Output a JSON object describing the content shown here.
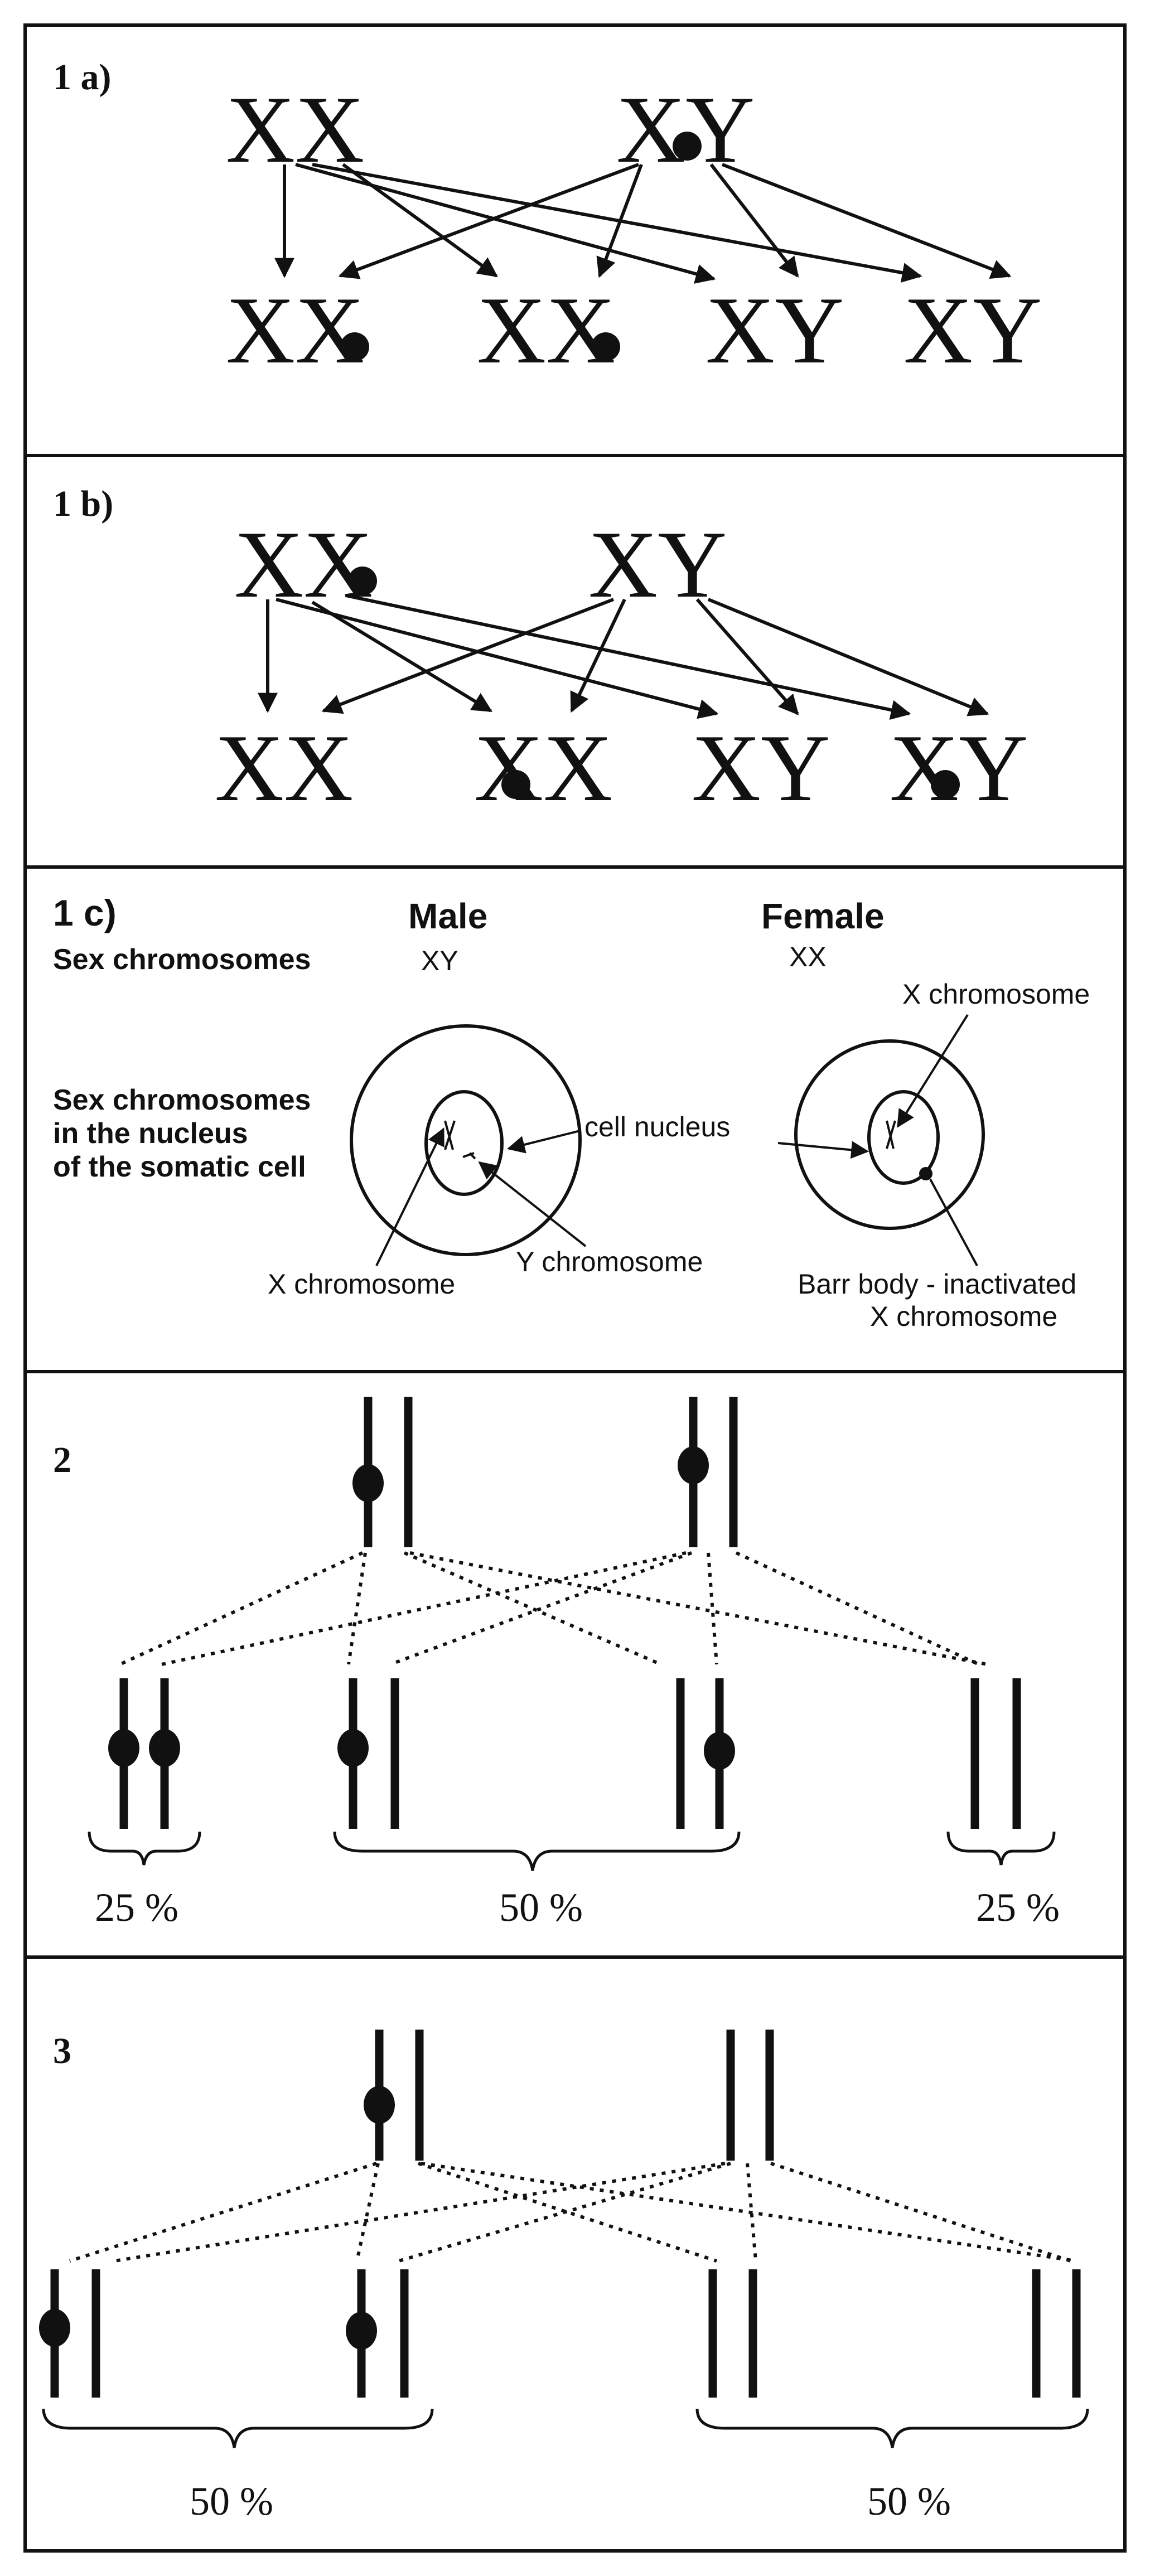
{
  "panel_1a": {
    "label": "1 a)",
    "parents": [
      "XX",
      "XY"
    ],
    "offspring": [
      "XX",
      "XX",
      "XY",
      "XY"
    ]
  },
  "panel_1b": {
    "label": "1 b)",
    "parents": [
      "XX",
      "XY"
    ],
    "offspring": [
      "XX",
      "XX",
      "XY",
      "XY"
    ]
  },
  "panel_1c": {
    "label": "1 c)",
    "male_header": "Male",
    "female_header": "Female",
    "sex_chromosomes_label": "Sex chromosomes",
    "male_karyotype": "XY",
    "female_karyotype": "XX",
    "nucleus_label_lines": [
      "Sex chromosomes",
      "in the nucleus",
      "of the somatic cell"
    ],
    "cell_nucleus_label": "cell nucleus",
    "x_chromosome_male": "X chromosome",
    "y_chromosome": "Y chromosome",
    "x_chromosome_female": "X chromosome",
    "barr_body_lines": [
      "Barr body - inactivated",
      "X chromosome"
    ]
  },
  "panel_2": {
    "label": "2",
    "percentages": [
      "25 %",
      "50 %",
      "25 %"
    ]
  },
  "panel_3": {
    "label": "3",
    "percentages": [
      "50 %",
      "50 %"
    ]
  }
}
